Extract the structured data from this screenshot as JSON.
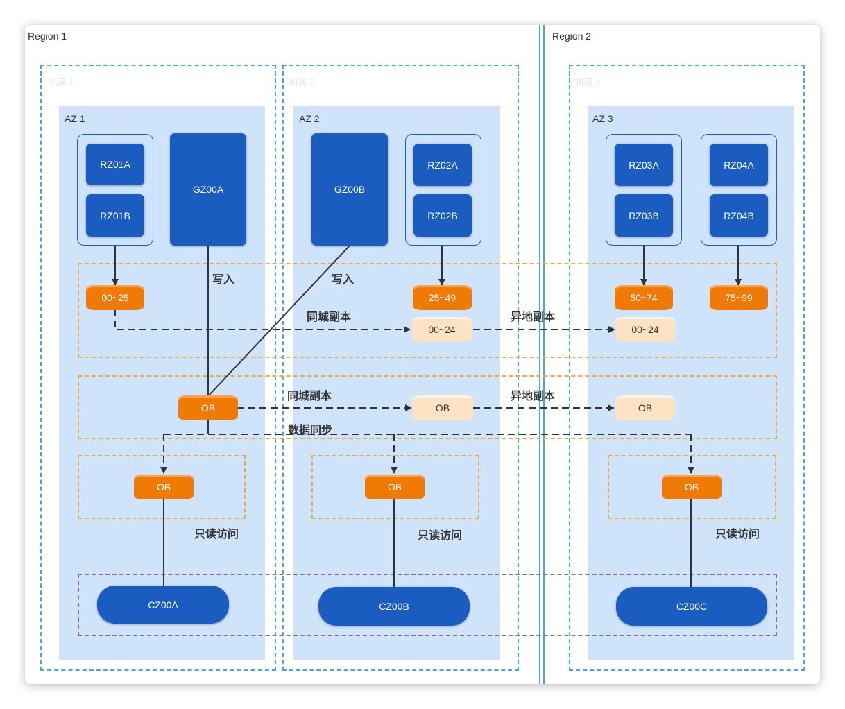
{
  "regions": [
    {
      "label": "Region 1"
    },
    {
      "label": "Region 2"
    }
  ],
  "idc_labels": [
    "机房 1",
    "机房 2",
    "机房 1"
  ],
  "azs": [
    {
      "label": "AZ 1"
    },
    {
      "label": "AZ 2"
    },
    {
      "label": "AZ 3"
    }
  ],
  "nodes": {
    "rz01a": "RZ01A",
    "rz01b": "RZ01B",
    "gz00a": "GZ00A",
    "gz00b": "GZ00B",
    "rz02a": "RZ02A",
    "rz02b": "RZ02B",
    "rz03a": "RZ03A",
    "rz03b": "RZ03B",
    "rz04a": "RZ04A",
    "rz04b": "RZ04B",
    "cz00a": "CZ00A",
    "cz00b": "CZ00B",
    "cz00c": "CZ00C"
  },
  "shards": {
    "s1": "00~25",
    "s2": "25~49",
    "s3": "50~74",
    "s4": "75~99",
    "r1": "00~24",
    "r2": "00~24"
  },
  "ob": {
    "main": "OB",
    "replica1": "OB",
    "replica2": "OB",
    "ro1": "OB",
    "ro2": "OB",
    "ro3": "OB"
  },
  "labels": {
    "write1": "写入",
    "write2": "写入",
    "same_city1": "同城副本",
    "remote1": "异地副本",
    "same_city2": "同城副本",
    "remote2": "异地副本",
    "data_sync": "数据同步",
    "readonly1": "只读访问",
    "readonly2": "只读访问",
    "readonly3": "只读访问"
  },
  "colors": {
    "node_blue": "#1a5cc0",
    "az_fill": "#cfe3fa",
    "idc_border": "#4aa3e8",
    "shard_orange": "#f07a06",
    "replica_pale": "#fde3c4",
    "zone_orange": "#f0a848"
  }
}
